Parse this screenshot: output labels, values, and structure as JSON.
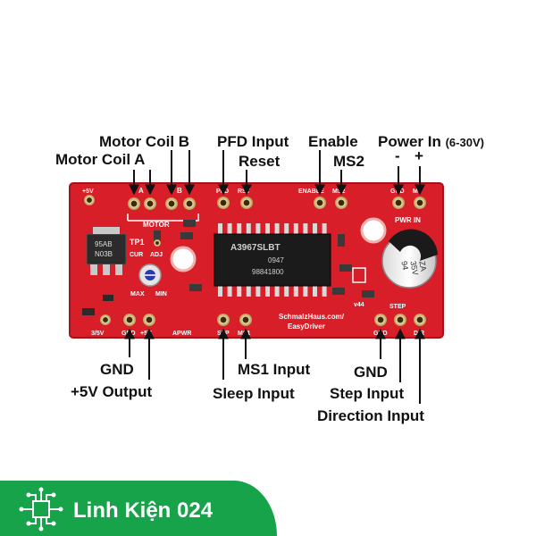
{
  "labels": {
    "motor_coil_a": "Motor Coil A",
    "motor_coil_b": "Motor Coil B",
    "pfd_input": "PFD Input",
    "reset": "Reset",
    "enable": "Enable",
    "ms2": "MS2",
    "power_in": "Power In",
    "power_in_range": "(6-30V)",
    "minus": "-",
    "plus": "+",
    "gnd_left": "GND",
    "plus5v_output": "+5V Output",
    "sleep_input": "Sleep Input",
    "ms1_input": "MS1 Input",
    "gnd_right": "GND",
    "step_input": "Step Input",
    "direction_input": "Direction Input"
  },
  "board": {
    "silk_top": {
      "plus5v": "+5V",
      "coil_a": "A",
      "coil_b": "B",
      "pfd": "PFD",
      "rst": "RST",
      "enable": "ENABLE",
      "ms2": "MS2",
      "gnd": "GND",
      "mplus": "M+",
      "motor": "MOTOR",
      "pwr_in": "PWR IN",
      "tp1": "TP1",
      "cur": "CUR",
      "adj": "ADJ",
      "max": "MAX",
      "min": "MIN"
    },
    "silk_bottom": {
      "v3": "3/5V",
      "gnd": "GND",
      "plus5v": "+5V",
      "apwr": "APWR",
      "slp": "SLP",
      "ms1": "MS1",
      "gnd2": "GND",
      "step": "STEP",
      "dir": "DIR",
      "maker": "SchmalzHaus.com/",
      "product": "EasyDriver",
      "version": "v44"
    },
    "chip_text": [
      "A3967SLBT",
      "0947",
      "98841800"
    ],
    "regulator_text": [
      "95AB",
      "N03B"
    ],
    "cap_text": [
      "94",
      "35V",
      "ZA"
    ]
  },
  "footer": {
    "brand": "Linh Kiện 024"
  },
  "colors": {
    "pcb": "#d81e28",
    "pcb_dark": "#a3131b",
    "chip": "#1b1b1b",
    "footer": "#16a34a"
  }
}
